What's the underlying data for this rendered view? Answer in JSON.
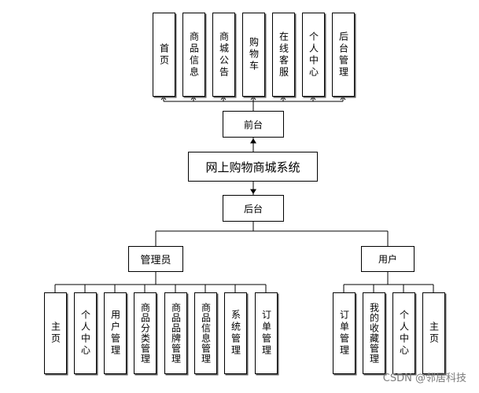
{
  "center": {
    "label": "网上购物商城系统"
  },
  "front": {
    "label": "前台",
    "items": [
      {
        "label": "首页"
      },
      {
        "label": "商品信息"
      },
      {
        "label": "商城公告"
      },
      {
        "label": "购物车"
      },
      {
        "label": "在线客服"
      },
      {
        "label": "个人中心"
      },
      {
        "label": "后台管理"
      }
    ]
  },
  "back": {
    "label": "后台",
    "admin": {
      "label": "管理员",
      "items": [
        {
          "label": "主页"
        },
        {
          "label": "个人中心"
        },
        {
          "label": "用户管理"
        },
        {
          "label": "商品分类管理"
        },
        {
          "label": "商品品牌管理"
        },
        {
          "label": "商品信息管理"
        },
        {
          "label": "系统管理"
        },
        {
          "label": "订单管理"
        }
      ]
    },
    "user": {
      "label": "用户",
      "items": [
        {
          "label": "订单管理"
        },
        {
          "label": "我的收藏管理"
        },
        {
          "label": "个人中心"
        },
        {
          "label": "主页"
        }
      ]
    }
  },
  "watermark": "CSDN @邻居科技"
}
